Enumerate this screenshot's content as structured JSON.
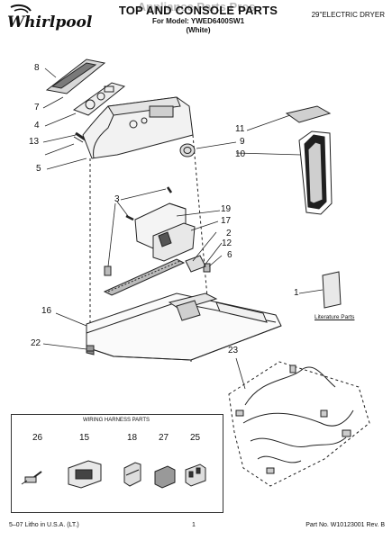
{
  "header": {
    "brand": "Whirlpool",
    "title": "TOP AND CONSOLE PARTS",
    "watermark": "Appliance Parts Pros",
    "model": "For Model: YWED6400SW1",
    "color": "(White)",
    "product": "29\"ELECTRIC DRYER"
  },
  "callouts": {
    "c8": "8",
    "c7": "7",
    "c4": "4",
    "c13": "13",
    "c5": "5",
    "c11": "11",
    "c9": "9",
    "c10": "10",
    "c3": "3",
    "c19": "19",
    "c17": "17",
    "c2": "2",
    "c12": "12",
    "c6": "6",
    "c1": "1",
    "c16": "16",
    "c22": "22",
    "c23": "23"
  },
  "literature_label": "Literature Parts",
  "wiring_harness": {
    "title": "WIRING HARNESS PARTS",
    "parts": [
      "26",
      "15",
      "18",
      "27",
      "25"
    ]
  },
  "footer": {
    "left": "5–07 Litho in U.S.A. (LT.)",
    "page": "1",
    "right": "Part No. W10123001 Rev. B"
  }
}
